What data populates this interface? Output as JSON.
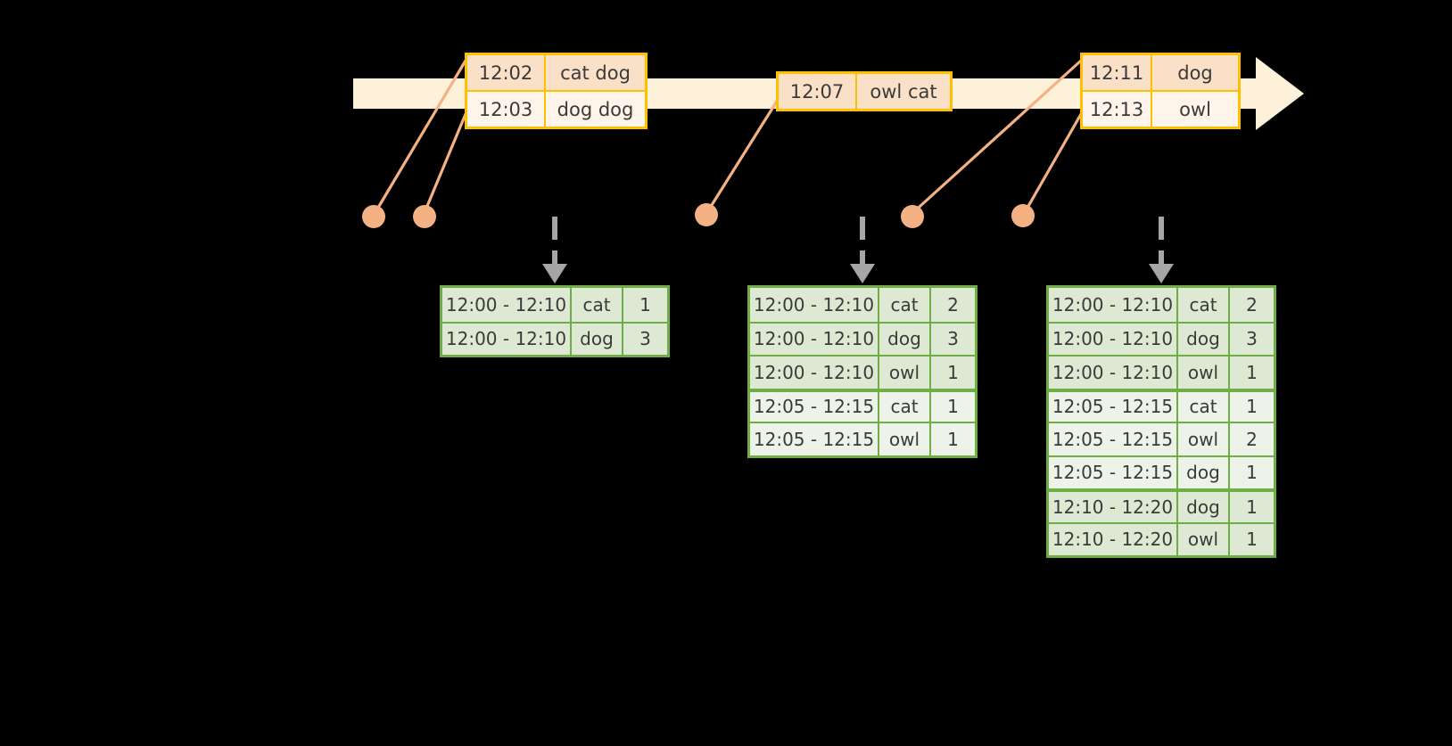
{
  "diagram": {
    "title": "windowed-word-count-timeline",
    "colors": {
      "background": "#000000",
      "timeline_fill": "#FDF2D9",
      "event_border": "#FFC000",
      "event_fill_dark": "#FBE0C8",
      "event_fill_light": "#FEF4EA",
      "dot": "#F4B183",
      "connector": "#F4B183",
      "table_border": "#70AD47",
      "table_row_dark": "#DEE9D4",
      "table_row_light": "#EDF3E8",
      "arrow_gray": "#A6A6A6",
      "text": "#3A3A3A"
    }
  },
  "timeline": {
    "name": "event-stream-timeline",
    "direction": "right"
  },
  "events": [
    {
      "id": "event-group-1",
      "rows": [
        {
          "time": "12:02",
          "words": "cat dog"
        },
        {
          "time": "12:03",
          "words": "dog dog"
        }
      ]
    },
    {
      "id": "event-group-2",
      "rows": [
        {
          "time": "12:07",
          "words": "owl cat"
        }
      ]
    },
    {
      "id": "event-group-3",
      "rows": [
        {
          "time": "12:11",
          "words": "dog"
        },
        {
          "time": "12:13",
          "words": "owl"
        }
      ]
    }
  ],
  "dots": [
    {
      "name": "event-dot-1202"
    },
    {
      "name": "event-dot-1203"
    },
    {
      "name": "event-dot-1207"
    },
    {
      "name": "event-dot-1211"
    },
    {
      "name": "event-dot-1213"
    }
  ],
  "tables": [
    {
      "name": "result-table-1",
      "rows": [
        {
          "window": "12:00 - 12:10",
          "word": "cat",
          "count": "1",
          "group": 0
        },
        {
          "window": "12:00 - 12:10",
          "word": "dog",
          "count": "3",
          "group": 0
        }
      ]
    },
    {
      "name": "result-table-2",
      "rows": [
        {
          "window": "12:00 - 12:10",
          "word": "cat",
          "count": "2",
          "group": 0
        },
        {
          "window": "12:00 - 12:10",
          "word": "dog",
          "count": "3",
          "group": 0
        },
        {
          "window": "12:00 - 12:10",
          "word": "owl",
          "count": "1",
          "group": 0
        },
        {
          "window": "12:05 - 12:15",
          "word": "cat",
          "count": "1",
          "group": 1
        },
        {
          "window": "12:05 - 12:15",
          "word": "owl",
          "count": "1",
          "group": 1
        }
      ]
    },
    {
      "name": "result-table-3",
      "rows": [
        {
          "window": "12:00 - 12:10",
          "word": "cat",
          "count": "2",
          "group": 0
        },
        {
          "window": "12:00 - 12:10",
          "word": "dog",
          "count": "3",
          "group": 0
        },
        {
          "window": "12:00 - 12:10",
          "word": "owl",
          "count": "1",
          "group": 0
        },
        {
          "window": "12:05 - 12:15",
          "word": "cat",
          "count": "1",
          "group": 1
        },
        {
          "window": "12:05 - 12:15",
          "word": "owl",
          "count": "2",
          "group": 1
        },
        {
          "window": "12:05 - 12:15",
          "word": "dog",
          "count": "1",
          "group": 1
        },
        {
          "window": "12:10 - 12:20",
          "word": "dog",
          "count": "1",
          "group": 2
        },
        {
          "window": "12:10 - 12:20",
          "word": "owl",
          "count": "1",
          "group": 2
        }
      ]
    }
  ]
}
